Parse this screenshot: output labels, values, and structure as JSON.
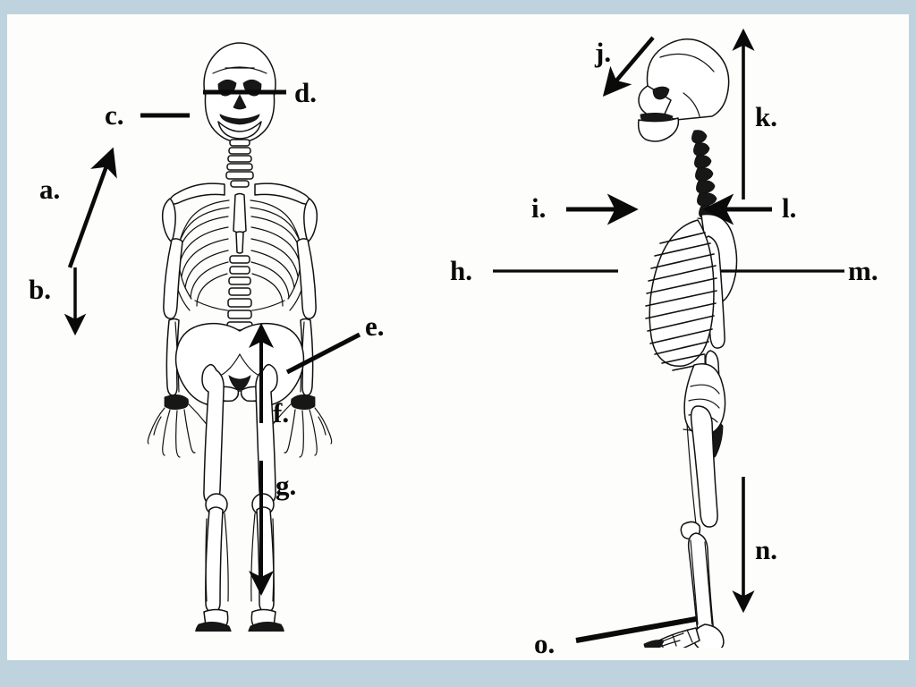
{
  "document": {
    "title": "Skeleton Labeling Diagram",
    "type": "anatomy-worksheet",
    "figures": [
      {
        "id": "anterior",
        "caption": ""
      },
      {
        "id": "lateral",
        "caption": ""
      }
    ]
  },
  "theme": {
    "frame_color": "#bed3de",
    "page_color": "#fdfdfb",
    "ink_color": "#0a0a0a",
    "bone_fill": "#ffffff"
  },
  "labels": {
    "a": "a.",
    "b": "b.",
    "c": "c.",
    "d": "d.",
    "e": "e.",
    "f": "f.",
    "g": "g.",
    "h": "h.",
    "i": "i.",
    "j": "j.",
    "k": "k.",
    "l": "l.",
    "m": "m.",
    "n": "n.",
    "o": "o."
  },
  "markers": [
    {
      "key": "a",
      "label": "a.",
      "figure": "anterior",
      "pointer": "arrow",
      "direction": "up-right",
      "target": "upper-limb"
    },
    {
      "key": "b",
      "label": "b.",
      "figure": "anterior",
      "pointer": "arrow",
      "direction": "down",
      "target": "lower-arm"
    },
    {
      "key": "c",
      "label": "c.",
      "figure": "anterior",
      "pointer": "line",
      "direction": "right",
      "target": "mandible"
    },
    {
      "key": "d",
      "label": "d.",
      "figure": "anterior",
      "pointer": "line",
      "direction": "left",
      "target": "cranium"
    },
    {
      "key": "e",
      "label": "e.",
      "figure": "anterior",
      "pointer": "line",
      "direction": "down-left",
      "target": "hand"
    },
    {
      "key": "f",
      "label": "f.",
      "figure": "anterior",
      "pointer": "arrow",
      "direction": "up",
      "target": "femur"
    },
    {
      "key": "g",
      "label": "g.",
      "figure": "anterior",
      "pointer": "arrow",
      "direction": "down",
      "target": "lower-leg"
    },
    {
      "key": "h",
      "label": "h.",
      "figure": "lateral",
      "pointer": "line",
      "direction": "right",
      "target": "blank"
    },
    {
      "key": "i",
      "label": "i.",
      "figure": "lateral",
      "pointer": "arrow",
      "direction": "right",
      "target": "sternum-ribs"
    },
    {
      "key": "j",
      "label": "j.",
      "figure": "lateral",
      "pointer": "arrow",
      "direction": "down-left",
      "target": "skull"
    },
    {
      "key": "k",
      "label": "k.",
      "figure": "lateral",
      "pointer": "arrow",
      "direction": "up",
      "target": "vertebral-column"
    },
    {
      "key": "l",
      "label": "l.",
      "figure": "lateral",
      "pointer": "arrow",
      "direction": "left",
      "target": "scapula-back"
    },
    {
      "key": "m",
      "label": "m.",
      "figure": "lateral",
      "pointer": "line",
      "direction": "left",
      "target": "blank"
    },
    {
      "key": "n",
      "label": "n.",
      "figure": "lateral",
      "pointer": "arrow",
      "direction": "down",
      "target": "tibia-fibula"
    },
    {
      "key": "o",
      "label": "o.",
      "figure": "lateral",
      "pointer": "line",
      "direction": "up-right",
      "target": "foot"
    }
  ]
}
